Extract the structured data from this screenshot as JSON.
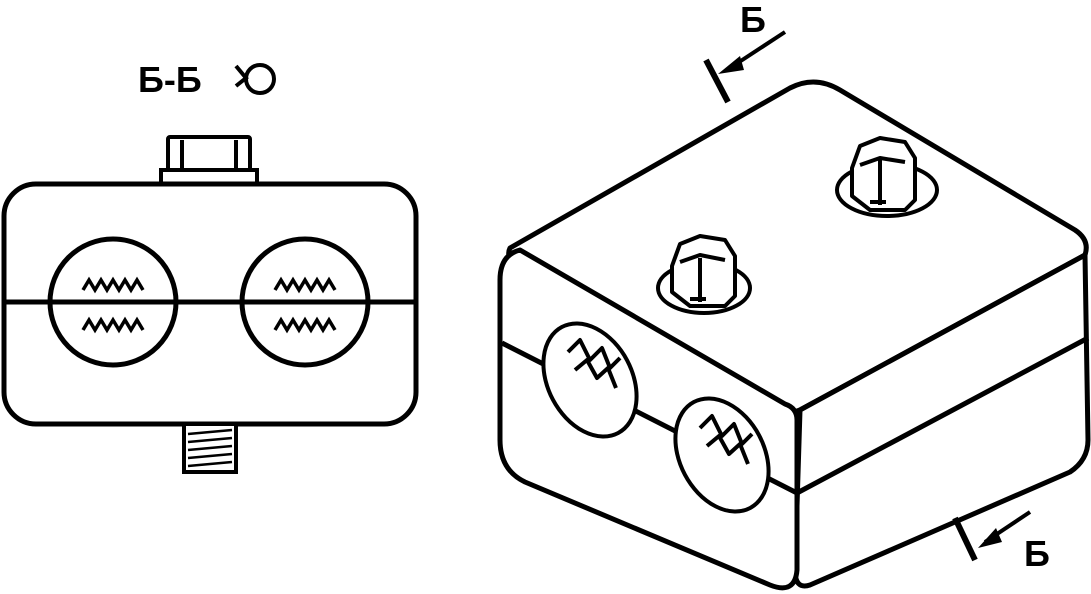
{
  "section_view": {
    "title": "Б-Б",
    "rotation_symbol": "rotate-ccw-icon"
  },
  "isometric_view": {
    "cut_mark_top": "Б",
    "cut_mark_bottom": "Б"
  },
  "colors": {
    "ink": "#000000",
    "paper": "#ffffff"
  }
}
